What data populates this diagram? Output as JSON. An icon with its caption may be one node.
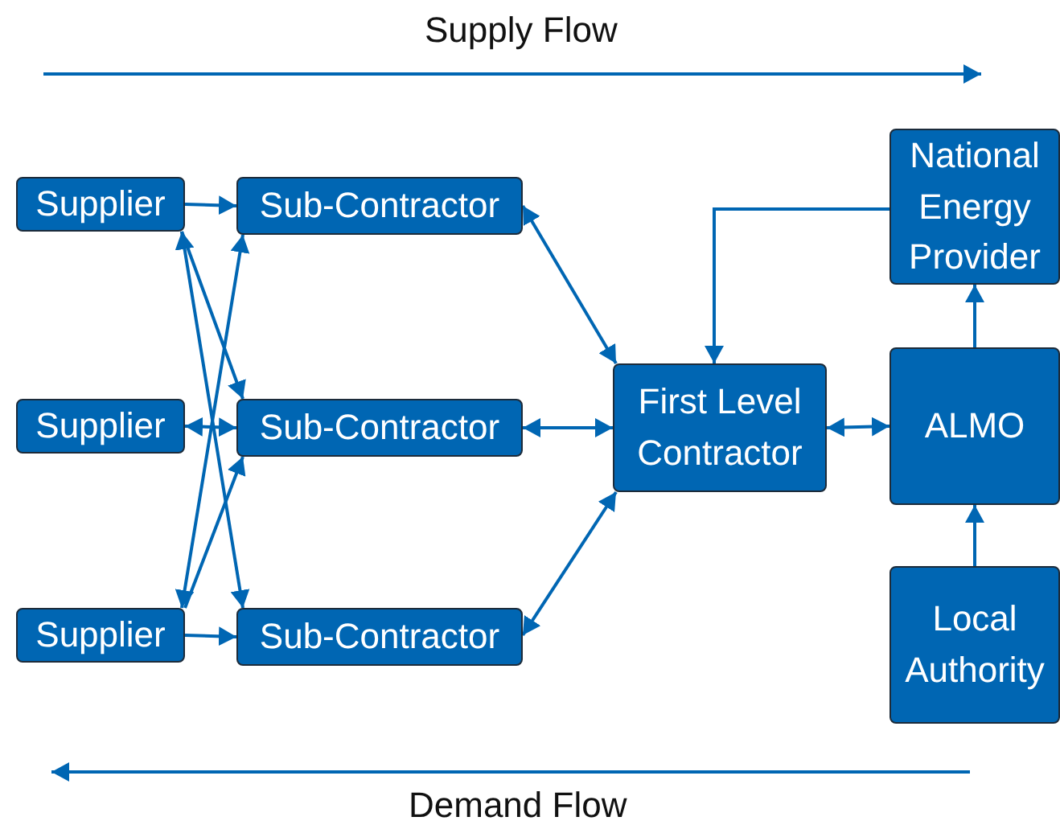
{
  "diagram": {
    "nodes": [
      {
        "text": [
          "Supplier"
        ]
      },
      {
        "text": [
          "Sub-Contractor"
        ]
      },
      {
        "text": [
          "Supplier"
        ]
      },
      {
        "text": [
          "Sub-Contractor"
        ]
      },
      {
        "text": [
          "Supplier"
        ]
      },
      {
        "text": [
          "Sub-Contractor"
        ]
      },
      {
        "text": [
          "First Level Contractor"
        ]
      },
      {
        "text": [
          "National Energy Provider"
        ]
      },
      {
        "text": [
          "ALMO"
        ]
      },
      {
        "text": [
          "Local Authority"
        ]
      }
    ],
    "edges": [
      {
        "from": 0,
        "to": 1,
        "arrow": "to"
      },
      {
        "from": 0,
        "to": 3,
        "arrow": "to"
      },
      {
        "from": 0,
        "to": 5,
        "arrow": "both"
      },
      {
        "from": 2,
        "to": 3,
        "arrow": "both"
      },
      {
        "from": 4,
        "to": 1,
        "arrow": "both"
      },
      {
        "from": 4,
        "to": 3,
        "arrow": "to"
      },
      {
        "from": 4,
        "to": 5,
        "arrow": "to"
      },
      {
        "from": 1,
        "to": 6,
        "arrow": "both"
      },
      {
        "from": 3,
        "to": 6,
        "arrow": "both"
      },
      {
        "from": 5,
        "to": 6,
        "arrow": "both"
      },
      {
        "from": 6,
        "to": 8,
        "arrow": "both"
      },
      {
        "from": 8,
        "to": 7,
        "arrow": "to"
      },
      {
        "from": 9,
        "to": 8,
        "arrow": "to"
      },
      {
        "from": 7,
        "to": 6,
        "arrow": "to"
      }
    ],
    "labels": [
      "Supply Flow",
      "Demand Flow"
    ]
  }
}
